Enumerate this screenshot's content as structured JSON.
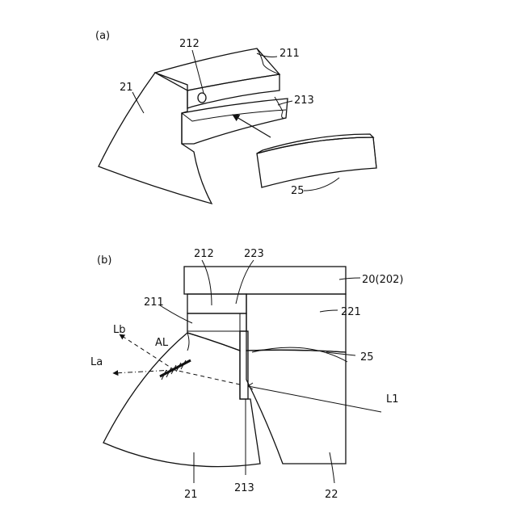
{
  "panels": {
    "a": {
      "tag": "(a)",
      "labels": {
        "l212": "212",
        "l211": "211",
        "l21": "21",
        "l213": "213",
        "l25": "25"
      }
    },
    "b": {
      "tag": "(b)",
      "labels": {
        "l212": "212",
        "l223": "223",
        "l20": "20(202)",
        "l211": "211",
        "l221": "221",
        "lLb": "Lb",
        "lAL": "AL",
        "lLa": "La",
        "l25": "25",
        "lL1": "L1",
        "l21": "21",
        "l213": "213",
        "l22": "22"
      }
    }
  }
}
